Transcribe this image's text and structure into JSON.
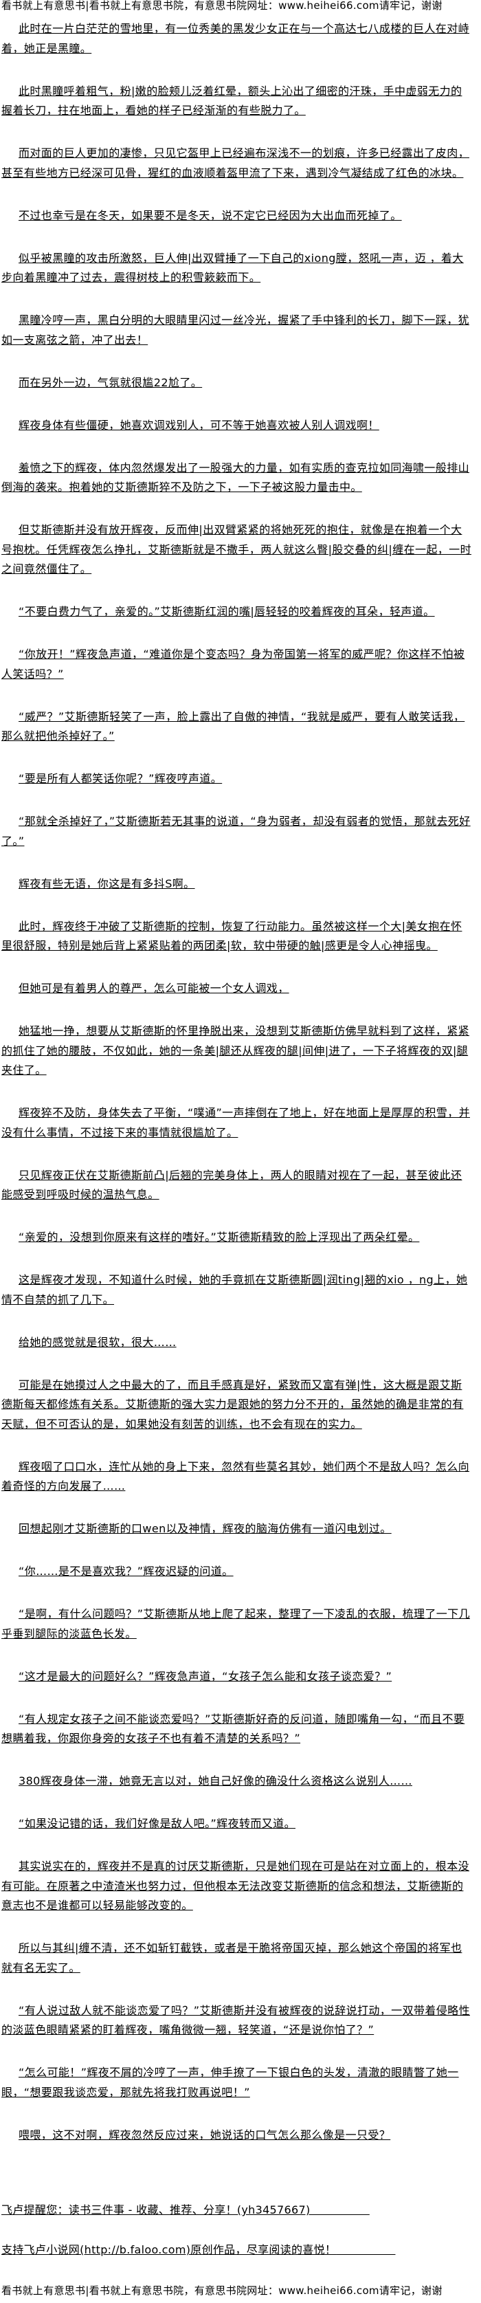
{
  "header_banner": "看书就上有意思书|看书就上有意思书院，有意思书院网址：www.heihei66.com请牢记，谢谢",
  "paragraphs": [
    "此时在一片白茫茫的雪地里，有一位秀美的黑发少女正在与一个高达七八成楼的巨人在对峙着，她正是黑瞳。",
    "此时黑瞳呼着粗气，粉|嫩的脸颊儿泛着红晕，额头上沁出了细密的汗珠，手中虚弱无力的握着长刀，拄在地面上，看她的样子已经渐渐的有些脱力了。",
    "而对面的巨人更加的凄惨，只见它盔甲上已经遍布深浅不一的划痕，许多已经露出了皮肉，甚至有些地方已经深可见骨，猩红的血液顺着盔甲流了下来，遇到冷气凝结成了红色的冰块。",
    "不过也幸亏是在冬天，如果要不是冬天，说不定它已经因为大出血而死掉了。",
    "似乎被黑瞳的攻击所激怒，巨人伸|出双臂捶了一下自己的xiong膛，怒吼一声，迈 ，着大步向着黑瞳冲了过去，震得树枝上的积雪簌簌而下。",
    "黑瞳冷哼一声，黑白分明的大眼睛里闪过一丝冷光，握紧了手中锋利的长刀，脚下一踩，犹如一支离弦之箭，冲了出去！",
    "而在另外一边，气氛就很尴22尬了。",
    "辉夜身体有些僵硬，她喜欢调戏别人，可不等于她喜欢被人别人调戏啊！",
    "羞愤之下的辉夜，体内忽然爆发出了一股强大的力量，如有实质的查克拉如同海啸一般排山倒海的袭来。抱着她的艾斯德斯猝不及防之下，一下子被这股力量击中。",
    "但艾斯德斯并没有放开辉夜，反而伸|出双臂紧紧的将她死死的抱住，就像是在抱着一个大号抱枕。任凭辉夜怎么挣扎，艾斯德斯就是不撒手，两人就这么臀|股交叠的纠|缠在一起，一时之间竟然僵住了。",
    "“不要白费力气了，亲爱的。”艾斯德斯红润的嘴|唇轻轻的咬着辉夜的耳朵，轻声道。",
    "“你放开！”辉夜急声道，“难道你是个变态吗？身为帝国第一将军的威严呢？你这样不怕被人笑话吗？”",
    "“威严？”艾斯德斯轻笑了一声，脸上露出了自傲的神情，“我就是威严，要有人敢笑话我，那么就把他杀掉好了。”",
    "“要是所有人都笑话你呢？”辉夜哼声道。",
    "“那就全杀掉好了，”艾斯德斯若无其事的说道，“身为弱者，却没有弱者的觉悟，那就去死好了。”",
    "辉夜有些无语，你这是有多抖S啊。",
    "此时，辉夜终于冲破了艾斯德斯的控制，恢复了行动能力。虽然被这样一个大|美女抱在怀里很舒服，特别是她后背上紧紧贴着的两团柔|软，软中带硬的触|感更是令人心神摇曳。",
    "但她可是有着男人的尊严，怎么可能被一个女人调戏，",
    "她猛地一挣，想要从艾斯德斯的怀里挣脱出来，没想到艾斯德斯仿佛早就料到了这样，紧紧的抓住了她的腰肢，不仅如此，她的一条美|腿还从辉夜的腿|间伸|进了，一下子将辉夜的双|腿夹住了。",
    "辉夜猝不及防，身体失去了平衡，“噗通”一声摔倒在了地上，好在地面上是厚厚的积雪，并没有什么事情，不过接下来的事情就很尴尬了。",
    "只见辉夜正伏在艾斯德斯前凸|后翘的完美身体上，两人的眼睛对视在了一起，甚至彼此还能感受到呼吸时候的温热气息。",
    "“亲爱的，没想到你原来有这样的嗜好。”艾斯德斯精致的脸上浮现出了两朵红晕。",
    "这是辉夜才发现，不知道什么时候，她的手竟抓在艾斯德斯圆|润ting|翘的xio    ，ng上，她情不自禁的抓了几下。",
    "给她的感觉就是很软，很大……",
    "可能是在她摸过人之中最大的了，而且手感真是好，紧致而又富有弹|性，这大概是跟艾斯德斯每天都修炼有关系。艾斯德斯的强大实力是跟她的努力分不开的，虽然她的确是非常的有天赋，但不可否认的是，如果她没有刻苦的训练，也不会有现在的实力。",
    "辉夜咽了口口水，连忙从她的身上下来，忽然有些莫名其妙，她们两个不是敌人吗？怎么向着奇怪的方向发展了……",
    "回想起刚才艾斯德斯的口wen以及神情，辉夜的脑海仿佛有一道闪电划过。",
    "“你……是不是喜欢我？”辉夜迟疑的问道。",
    "“是啊，有什么问题吗？”艾斯德斯从地上爬了起来，整理了一下凌乱的衣服，梳理了一下几乎垂到腿际的淡蓝色长发。",
    "“这才是最大的问题好么？”辉夜急声道，“女孩子怎么能和女孩子谈恋爱？”",
    "“有人规定女孩子之间不能谈恋爱吗？”艾斯德斯好奇的反问道，随即嘴角一勾，“而且不要想瞒着我，你跟你身旁的女孩子不也有着不清楚的关系吗？”",
    "380辉夜身体一滞，她竟无言以对，她自己好像的确没什么资格这么说别人……",
    "“如果没记错的话，我们好像是敌人吧。”辉夜转而又道。",
    "其实说实在的，辉夜并不是真的讨厌艾斯德斯，只是她们现在可是站在对立面上的，根本没有可能。在原著之中渣渣米也努力过，但他根本无法改变艾斯德斯的信念和想法，艾斯德斯的意志也不是谁都可以轻易能够改变的。",
    "所以与其纠|缠不清，还不如斩钉截铁，或者是干脆将帝国灭掉，那么她这个帝国的将军也就有名无实了。",
    "“有人说过敌人就不能谈恋爱了吗？”艾斯德斯并没有被辉夜的说辞说打动，一双带着侵略性的淡蓝色眼睛紧紧的盯着辉夜，嘴角微微一翘，轻笑道，“还是说你怕了？”",
    "“怎么可能！”辉夜不屑的冷哼了一声，伸手撩了一下银白色的头发，清澈的眼睛瞥了她一眼，“想要跟我谈恋爱，那就先将我打败再说吧！”",
    "喂喂，这不对啊，辉夜忽然反应过来，她说话的口气怎么那么像是一只受？"
  ],
  "footer": {
    "reminder": "飞卢提醒您：读书三件事 - 收藏、推荐、分享！(yh3457667)",
    "support": "支持飞卢小说网(http://b.faloo.com)原创作品，尽享阅读的喜悦！"
  },
  "footer_banner": "看书就上有意思书|看书就上有意思书院，有意思书院网址：www.heihei66.com请牢记，谢谢"
}
